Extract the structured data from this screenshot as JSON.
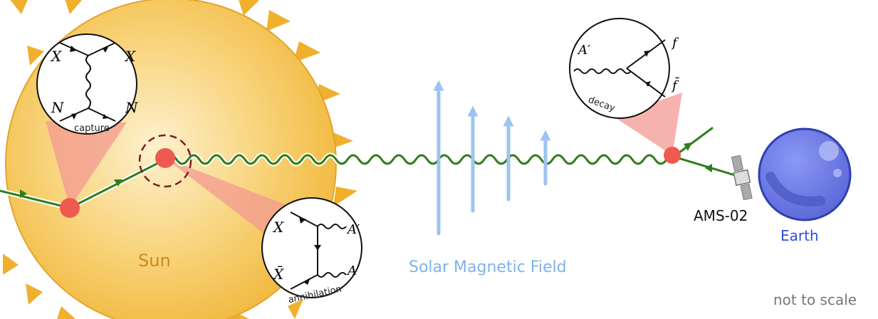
{
  "labels": {
    "sun": "Sun",
    "field": "Solar Magnetic Field",
    "detector": "AMS-02",
    "earth": "Earth",
    "scale_note": "not to scale"
  },
  "insets": {
    "capture": {
      "caption": "capture",
      "p_in": "X",
      "p_out": "X",
      "n_in": "N",
      "n_out": "N"
    },
    "annihilation": {
      "caption": "annihilation",
      "x": "X",
      "xbar": "X̄",
      "a1": "A′",
      "a2": "A′"
    },
    "decay": {
      "caption": "decay",
      "a": "A′",
      "f": "f",
      "fbar": "f̄"
    }
  },
  "colors": {
    "sun_fill": "#f5c74a",
    "sun_edge": "#e3a52a",
    "ray": "#f0b02e",
    "path": "#2e7d1c",
    "interaction": "#ef5a50",
    "field_arrow": "#9cc4f0",
    "earth": "#6f7fe6",
    "sun_text": "#c98a20",
    "field_text": "#7fb2e8",
    "earth_text": "#2f4fd0"
  },
  "icons": [
    "satellite-icon",
    "earth-icon"
  ]
}
